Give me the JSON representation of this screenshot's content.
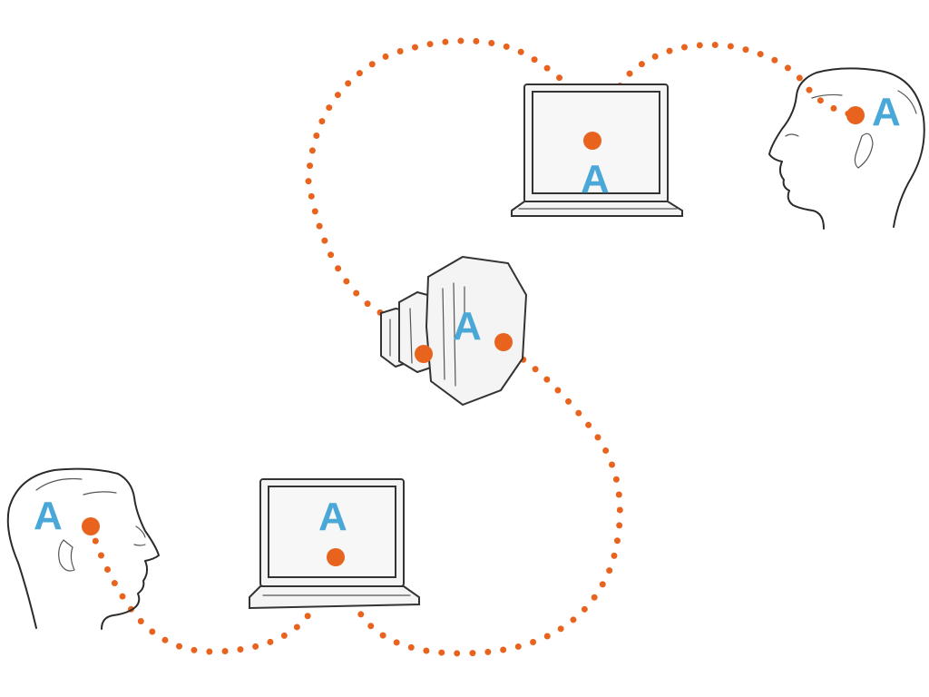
{
  "colors": {
    "connection": "#e8641e",
    "letter": "#4aa8d8",
    "background": "#ffffff"
  },
  "labels": {
    "person_left": "A",
    "laptop_left": "A",
    "server": "A",
    "laptop_right": "A",
    "person_right": "A"
  },
  "icons": [
    "person-head-left",
    "laptop-left",
    "server-device",
    "laptop-right",
    "person-head-right"
  ]
}
